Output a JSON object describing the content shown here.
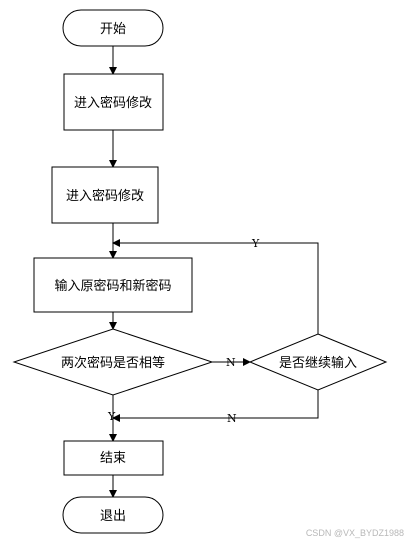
{
  "nodes": {
    "start": "开始",
    "enter_modify_1": "进入密码修改",
    "enter_modify_2": "进入密码修改",
    "input_passwords": "输入原密码和新密码",
    "compare_decision": "两次密码是否相等",
    "continue_decision": "是否继续输入",
    "end_process": "结束",
    "exit": "退出"
  },
  "edges": {
    "compare_no_label": "N",
    "continue_yes_label": "Y",
    "continue_no_label": "N",
    "compare_yes_label": "Y"
  },
  "watermark": "CSDN @VX_BYDZ1988"
}
